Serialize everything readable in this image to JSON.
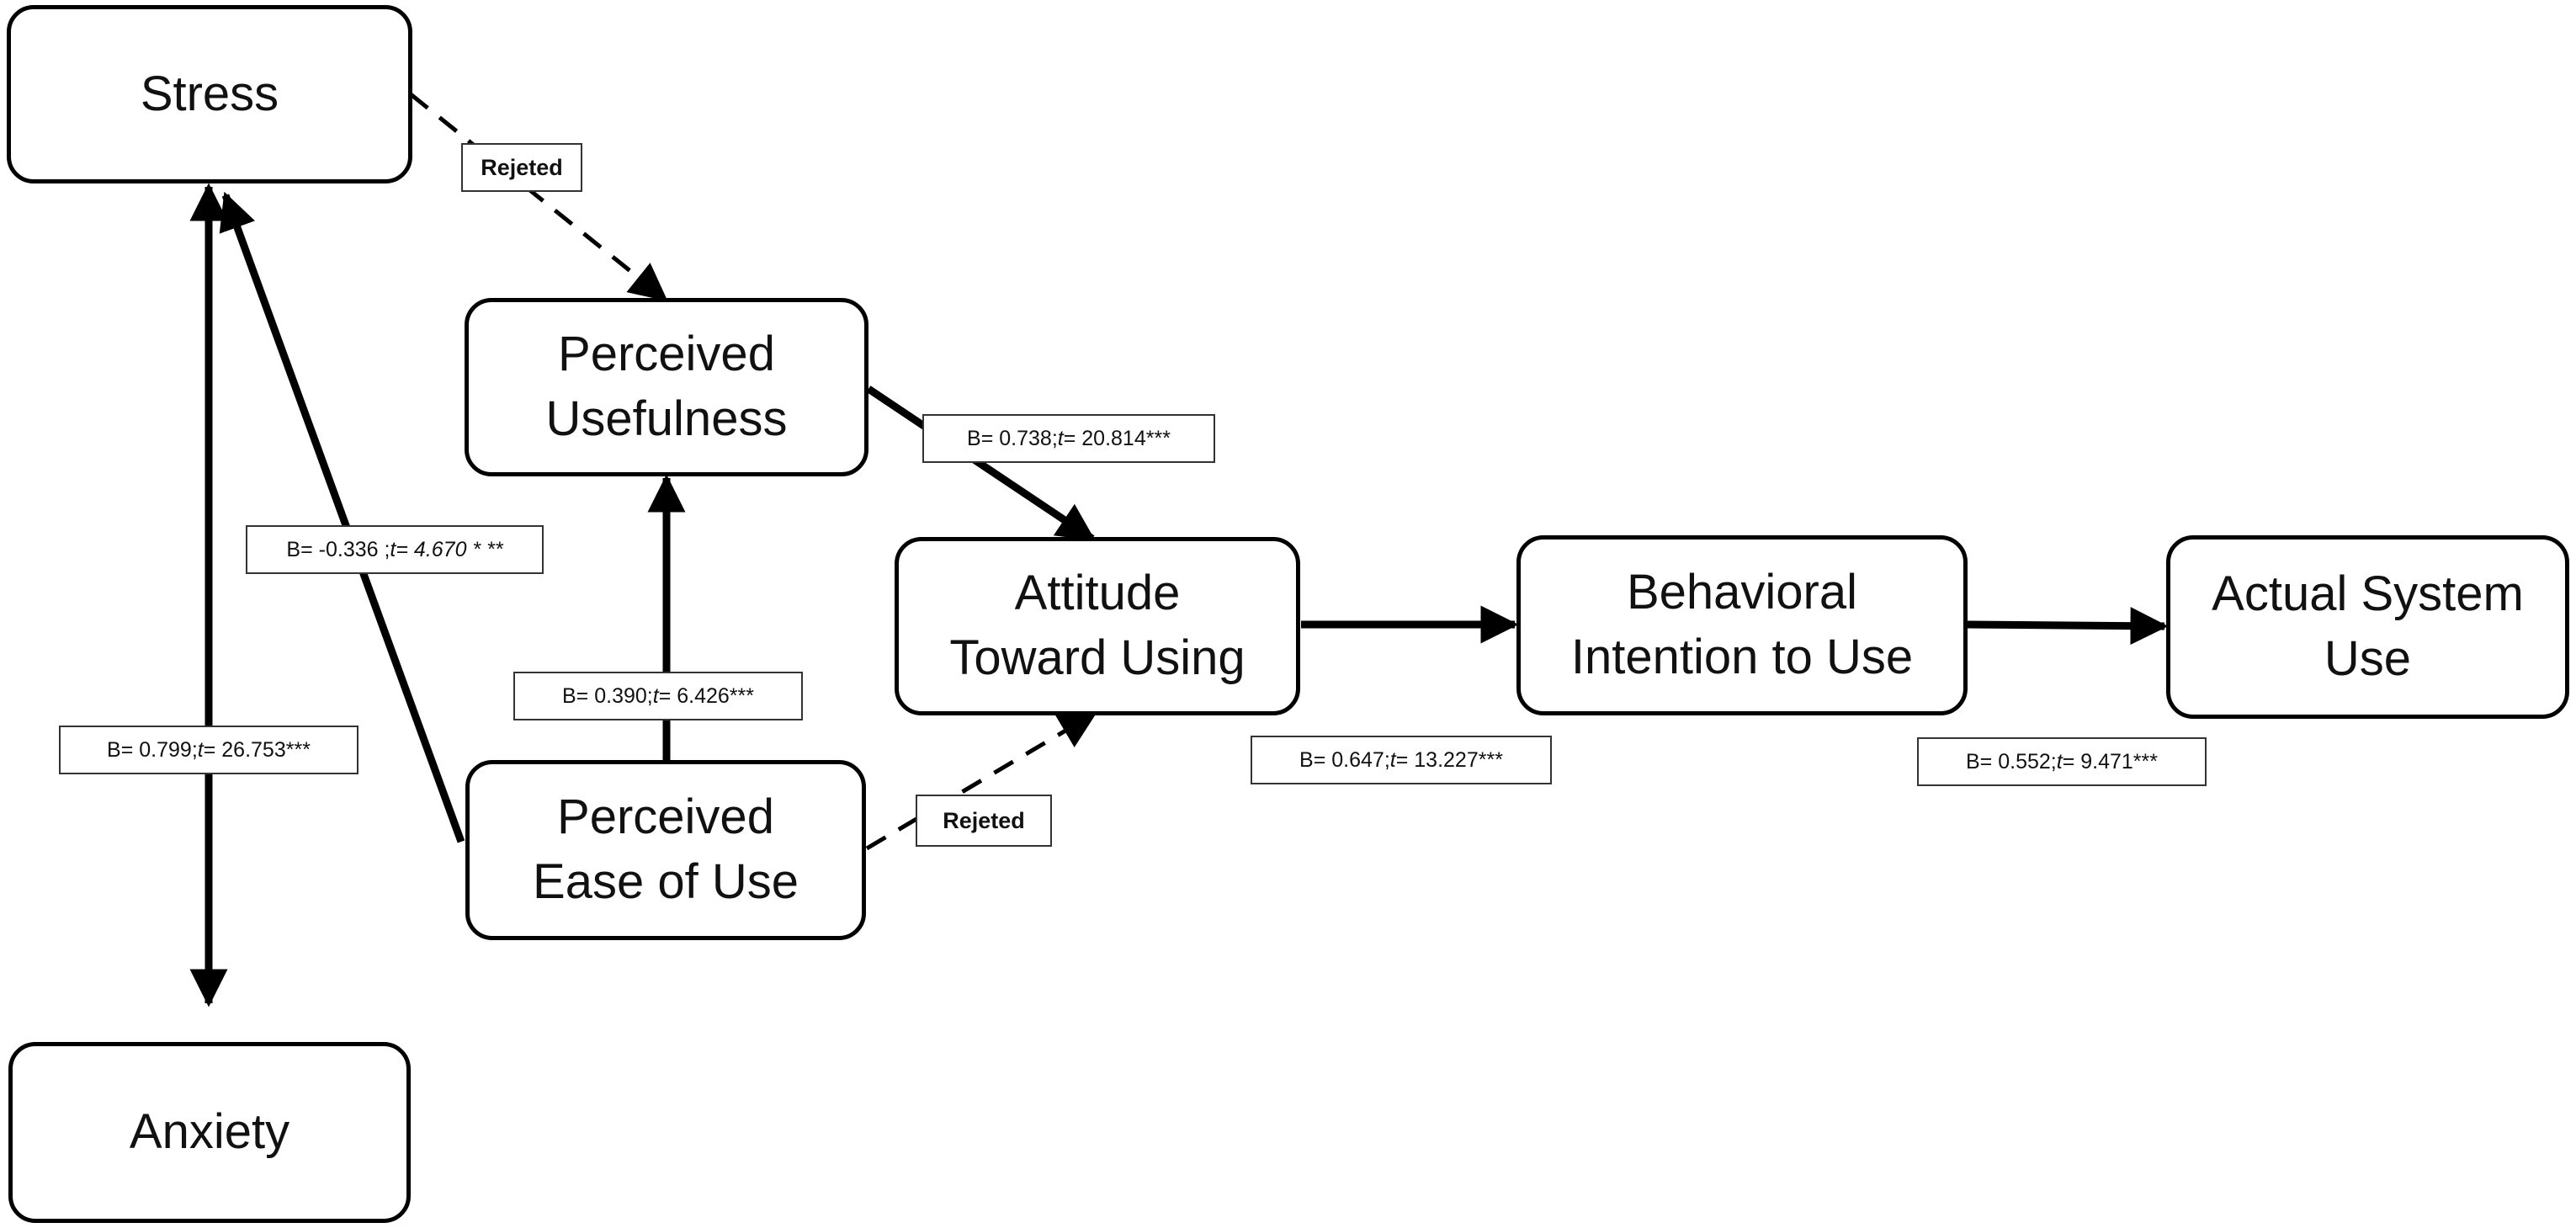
{
  "nodes": {
    "stress": {
      "lines": [
        "Stress"
      ]
    },
    "anxiety": {
      "lines": [
        "Anxiety"
      ]
    },
    "perceived_usefulness": {
      "lines": [
        "Perceived",
        "Usefulness"
      ]
    },
    "perceived_ease_of_use": {
      "lines": [
        "Perceived",
        "Ease of Use"
      ]
    },
    "attitude_toward_using": {
      "lines": [
        "Attitude",
        "Toward Using"
      ]
    },
    "behavioral_intention": {
      "lines": [
        "Behavioral",
        "Intention to Use"
      ]
    },
    "actual_system_use": {
      "lines": [
        "Actual System",
        "Use"
      ]
    }
  },
  "edges": {
    "stress_to_pu": {
      "status": "Rejeted"
    },
    "peou_to_stress": {
      "b": "B= -0.336 ; ",
      "t_sym": "t",
      "t_val": "= 4.670 * **"
    },
    "stress_anxiety": {
      "b": "B= 0.799; ",
      "t_sym": "t",
      "t_val": " = 26.753***"
    },
    "peou_to_pu": {
      "b": "B= 0.390; ",
      "t_sym": "t",
      "t_val": " = 6.426***"
    },
    "pu_to_attitude": {
      "b": "B= 0.738; ",
      "t_sym": "t",
      "t_val": " = 20.814***"
    },
    "peou_to_attitude": {
      "status": "Rejeted"
    },
    "attitude_to_bi": {
      "b": "B= 0.647; ",
      "t_sym": "t",
      "t_val": " = 13.227***"
    },
    "bi_to_asu": {
      "b": "B= 0.552; ",
      "t_sym": "t",
      "t_val": " = 9.471***"
    }
  }
}
